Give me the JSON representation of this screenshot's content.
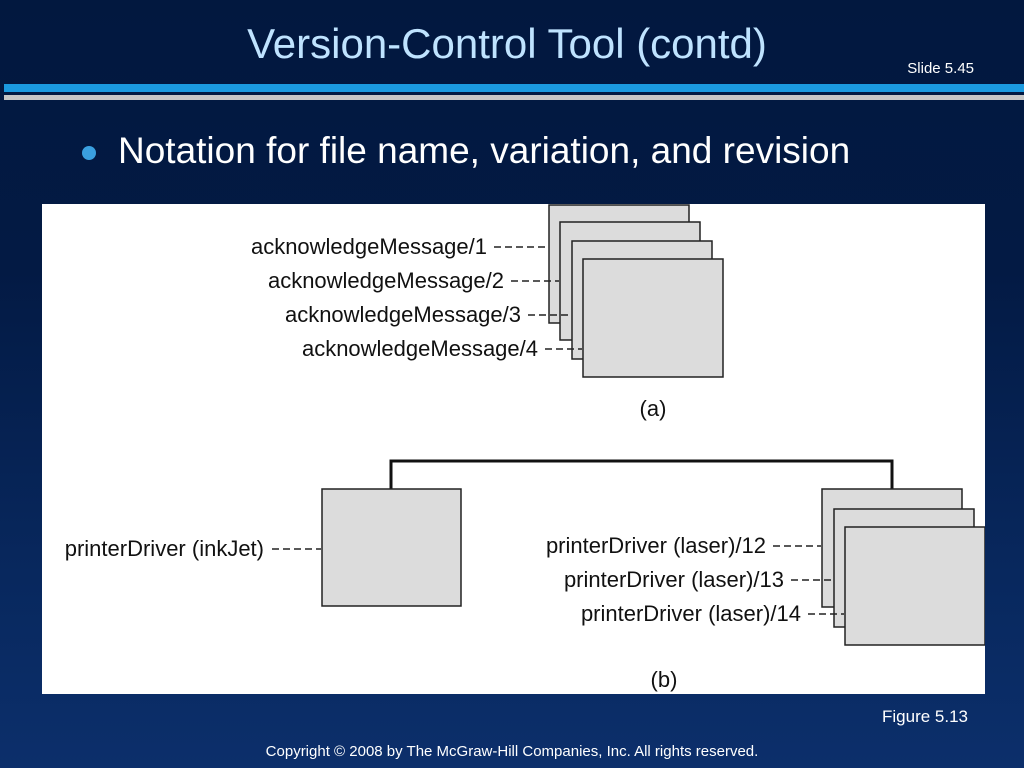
{
  "slide": {
    "title": "Version-Control Tool (contd)",
    "number": "Slide 5.45",
    "bullet": "Notation for file name, variation, and revision",
    "figure_label": "Figure 5.13",
    "copyright": "Copyright © 2008 by The McGraw-Hill Companies, Inc.  All rights reserved."
  },
  "colors": {
    "title": "#bfe3ff",
    "bullet_dot": "#3aa0e0",
    "rule_blue": "#1b9ae0",
    "rule_gray": "#c6c6c6",
    "box_fill": "#dcdcdc"
  },
  "figure": {
    "part_a": {
      "caption": "(a)",
      "revisions": [
        "acknowledgeMessage/1",
        "acknowledgeMessage/2",
        "acknowledgeMessage/3",
        "acknowledgeMessage/4"
      ]
    },
    "part_b": {
      "caption": "(b)",
      "variation": "printerDriver (inkJet)",
      "revisions": [
        "printerDriver (laser)/12",
        "printerDriver (laser)/13",
        "printerDriver (laser)/14"
      ]
    }
  }
}
